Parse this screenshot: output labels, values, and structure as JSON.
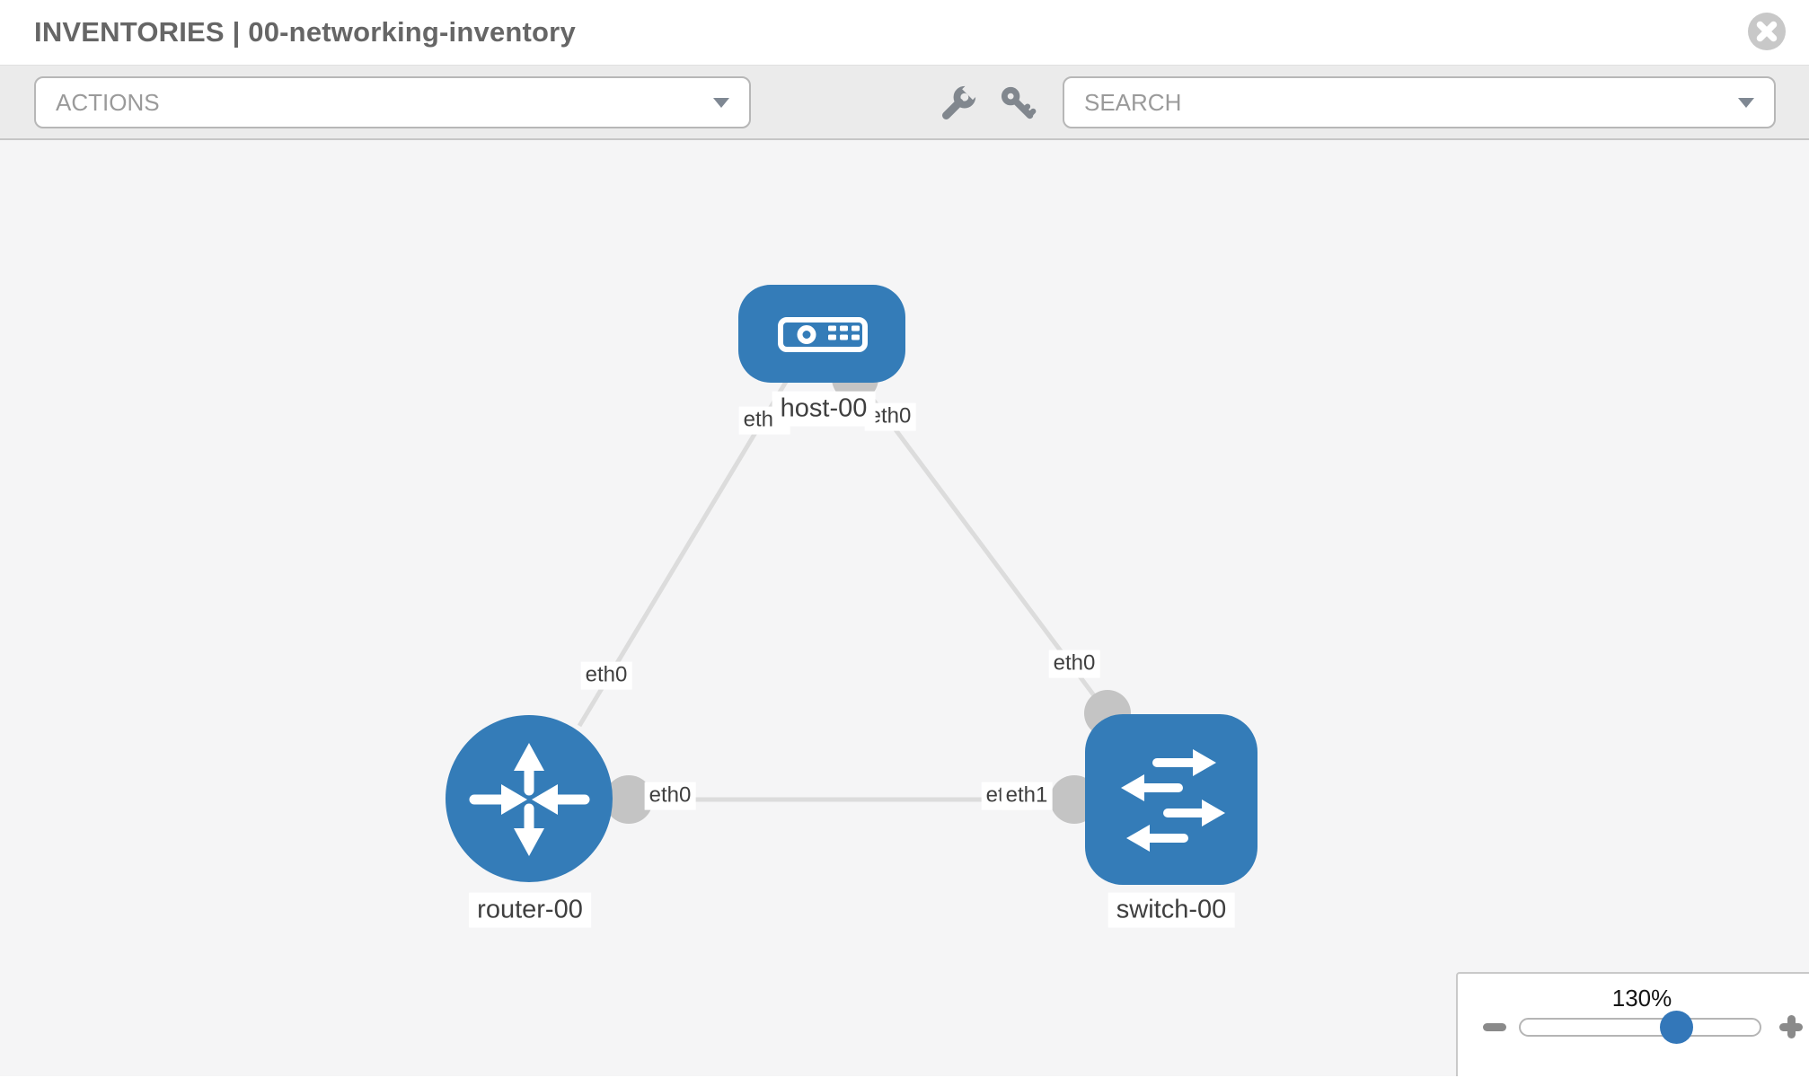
{
  "header": {
    "title": "INVENTORIES | 00-networking-inventory"
  },
  "toolbar": {
    "actions_label": "ACTIONS",
    "search_label": "SEARCH"
  },
  "topology": {
    "nodes": [
      {
        "label": "host-00",
        "type": "host"
      },
      {
        "label": "router-00",
        "type": "router"
      },
      {
        "label": "switch-00",
        "type": "switch"
      }
    ],
    "links": [
      {
        "source": "host-00",
        "source_interface": "eth0",
        "target": "router-00",
        "target_interface": "eth0"
      },
      {
        "source": "host-00",
        "source_interface": "eth0",
        "target": "switch-00",
        "target_interface": "eth0"
      },
      {
        "source": "router-00",
        "source_interface": "eth0",
        "target": "switch-00",
        "target_interface": "eth1"
      }
    ]
  },
  "zoom_control": {
    "level": "130%"
  },
  "colors": {
    "node_blue": "#347cb8",
    "link_gray": "#dcdcdc",
    "port_gray": "#c4c4c4",
    "slider_handle_blue": "#3377b9",
    "toolbar_gray": "#ebebeb"
  }
}
